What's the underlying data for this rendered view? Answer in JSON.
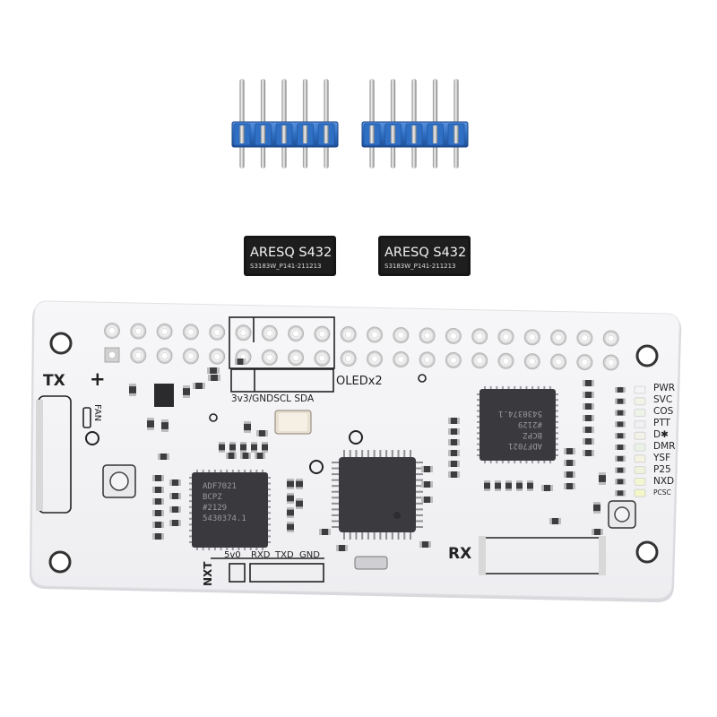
{
  "modules": [
    {
      "name": "ARESQ S432",
      "code": "S3183W_P141-211213"
    },
    {
      "name": "ARESQ S432",
      "code": "S3183W_P141-211213"
    }
  ],
  "board": {
    "tx_label": "TX",
    "plus_label": "+",
    "fan_label": "FAN",
    "header_labels": "3v3/GNDSCL SDA",
    "oled_label": "OLEDx2",
    "rx_label": "RX",
    "nxt_label": "NXT",
    "serial_labels": [
      "5v0",
      "RXD",
      "TXD",
      "GND"
    ],
    "status_labels": [
      "PWR",
      "SVC",
      "COS",
      "PTT",
      "D✱",
      "DMR",
      "YSF",
      "P25",
      "NXD",
      "PCSC"
    ],
    "chip_left": [
      "ADF7021",
      "BCPZ",
      "#2129",
      "5430374.1"
    ],
    "chip_right": [
      "ADF7021",
      "BCPZ",
      "#2129",
      "5430374.1"
    ]
  },
  "colors": {
    "header_blue": "#2f6fc4",
    "board_white": "#f6f6f8",
    "chip_dark": "#3a3a3e"
  }
}
